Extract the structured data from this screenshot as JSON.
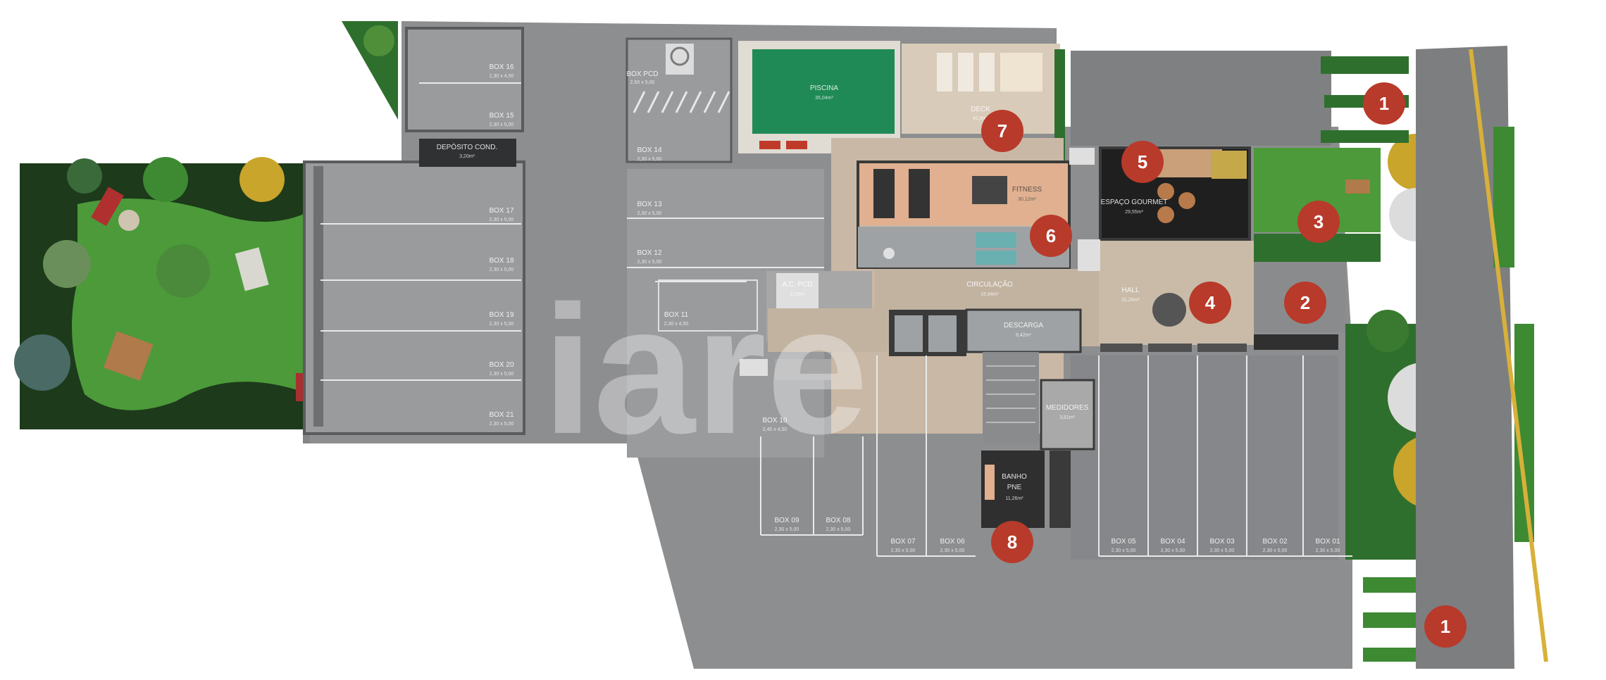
{
  "watermark": "iare",
  "badges": [
    "1",
    "1",
    "2",
    "3",
    "4",
    "5",
    "6",
    "7",
    "8"
  ],
  "rooms": {
    "piscina": {
      "name": "PISCINA",
      "area": "35,04m²"
    },
    "deck": {
      "name": "DECK",
      "area": "41,8m²"
    },
    "fitness": {
      "name": "FITNESS",
      "area": "30,12m²"
    },
    "espaco_gourmet": {
      "name": "ESPAÇO GOURMET",
      "area": "29,55m²"
    },
    "hall": {
      "name": "HALL",
      "area": "31,26m²"
    },
    "circulacao": {
      "name": "CIRCULAÇÃO",
      "area": "16,94m²"
    },
    "descarga": {
      "name": "DESCARGA",
      "area": "6,42m²"
    },
    "medidores": {
      "name": "MEDIDORES",
      "area": "3,81m²"
    },
    "banho": {
      "name": "BANHO",
      "pne": "PNE",
      "area": "11,26m²"
    },
    "deposito": {
      "name": "DEPÓSITO COND.",
      "area": "3,20m²"
    },
    "ac": {
      "name": "A.C. PCD",
      "area": "3,22m²"
    }
  },
  "boxes": {
    "b_pcd": {
      "name": "BOX PCD",
      "size": "2,50 x 5,00"
    },
    "b14": {
      "name": "BOX 14",
      "size": "2,30 x 5,00"
    },
    "b13": {
      "name": "BOX 13",
      "size": "2,30 x 5,00"
    },
    "b12": {
      "name": "BOX 12",
      "size": "2,30 x 5,00"
    },
    "b11": {
      "name": "BOX 11",
      "size": "2,30 x 4,50"
    },
    "b10": {
      "name": "BOX 10",
      "size": "2,40 x 4,50"
    },
    "b16": {
      "name": "BOX 16",
      "size": "2,30 x 4,50"
    },
    "b15": {
      "name": "BOX 15",
      "size": "2,30 x 5,00"
    },
    "b17": {
      "name": "BOX 17",
      "size": "2,30 x 5,00"
    },
    "b18": {
      "name": "BOX 18",
      "size": "2,30 x 5,00"
    },
    "b19": {
      "name": "BOX 19",
      "size": "2,30 x 5,00"
    },
    "b20": {
      "name": "BOX 20",
      "size": "2,30 x 5,00"
    },
    "b21": {
      "name": "BOX 21",
      "size": "2,30 x 5,00"
    },
    "b09": {
      "name": "BOX 09",
      "size": "2,30 x 5,00"
    },
    "b08": {
      "name": "BOX 08",
      "size": "2,30 x 5,00"
    },
    "b07": {
      "name": "BOX 07",
      "size": "2,30 x 5,00"
    },
    "b06": {
      "name": "BOX 06",
      "size": "2,30 x 5,00"
    },
    "b05": {
      "name": "BOX 05",
      "size": "2,30 x 5,00"
    },
    "b04": {
      "name": "BOX 04",
      "size": "2,30 x 5,00"
    },
    "b03": {
      "name": "BOX 03",
      "size": "2,30 x 5,00"
    },
    "b02": {
      "name": "BOX 02",
      "size": "2,30 x 5,00"
    },
    "b01": {
      "name": "BOX 01",
      "size": "2,30 x 5,00"
    }
  },
  "colors": {
    "badge": "#b83a2a",
    "pavement": "#8d8e90",
    "pavement_dark": "#7f8082",
    "grass": "#3f8a3a",
    "pool": "#1f8a55",
    "deck": "#d9cbb9",
    "fitness_floor": "#e0b090",
    "gourmet": "#1f1f1f"
  }
}
